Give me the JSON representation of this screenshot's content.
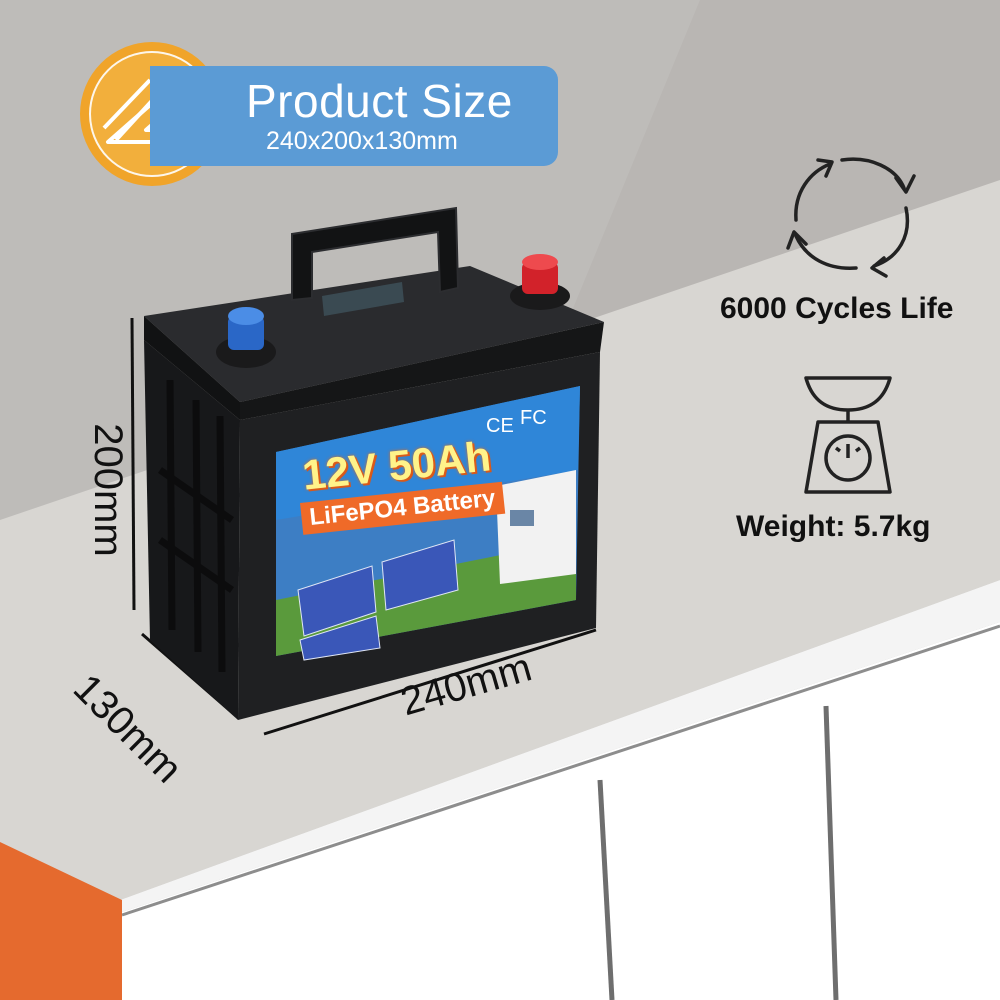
{
  "badge": {
    "title": "Product Size",
    "subtitle": "240x200x130mm",
    "icon": "ruler-triangle-icon",
    "accent_color": "#f0a42a",
    "bar_color": "#5b9bd5"
  },
  "dimensions": {
    "height": "200mm",
    "depth": "130mm",
    "width": "240mm"
  },
  "features": [
    {
      "icon": "recycle-arrows-icon",
      "label": "6000 Cycles Life"
    },
    {
      "icon": "scale-icon",
      "label": "Weight: 5.7kg"
    }
  ],
  "battery_label": {
    "model": "12V 50Ah",
    "chemistry": "LiFePO4 Battery",
    "cert_marks": [
      "CE",
      "FC"
    ]
  },
  "colors": {
    "wall": "#b9b6b3",
    "countertop": "#d8d6d2",
    "counter_edge": "#f2f2f2",
    "cabinet": "#ffffff",
    "battery_body": "#1c1d1f",
    "terminal_negative": "#2a67c7",
    "terminal_positive": "#d2222a",
    "floor_accent": "#e56a2e"
  }
}
